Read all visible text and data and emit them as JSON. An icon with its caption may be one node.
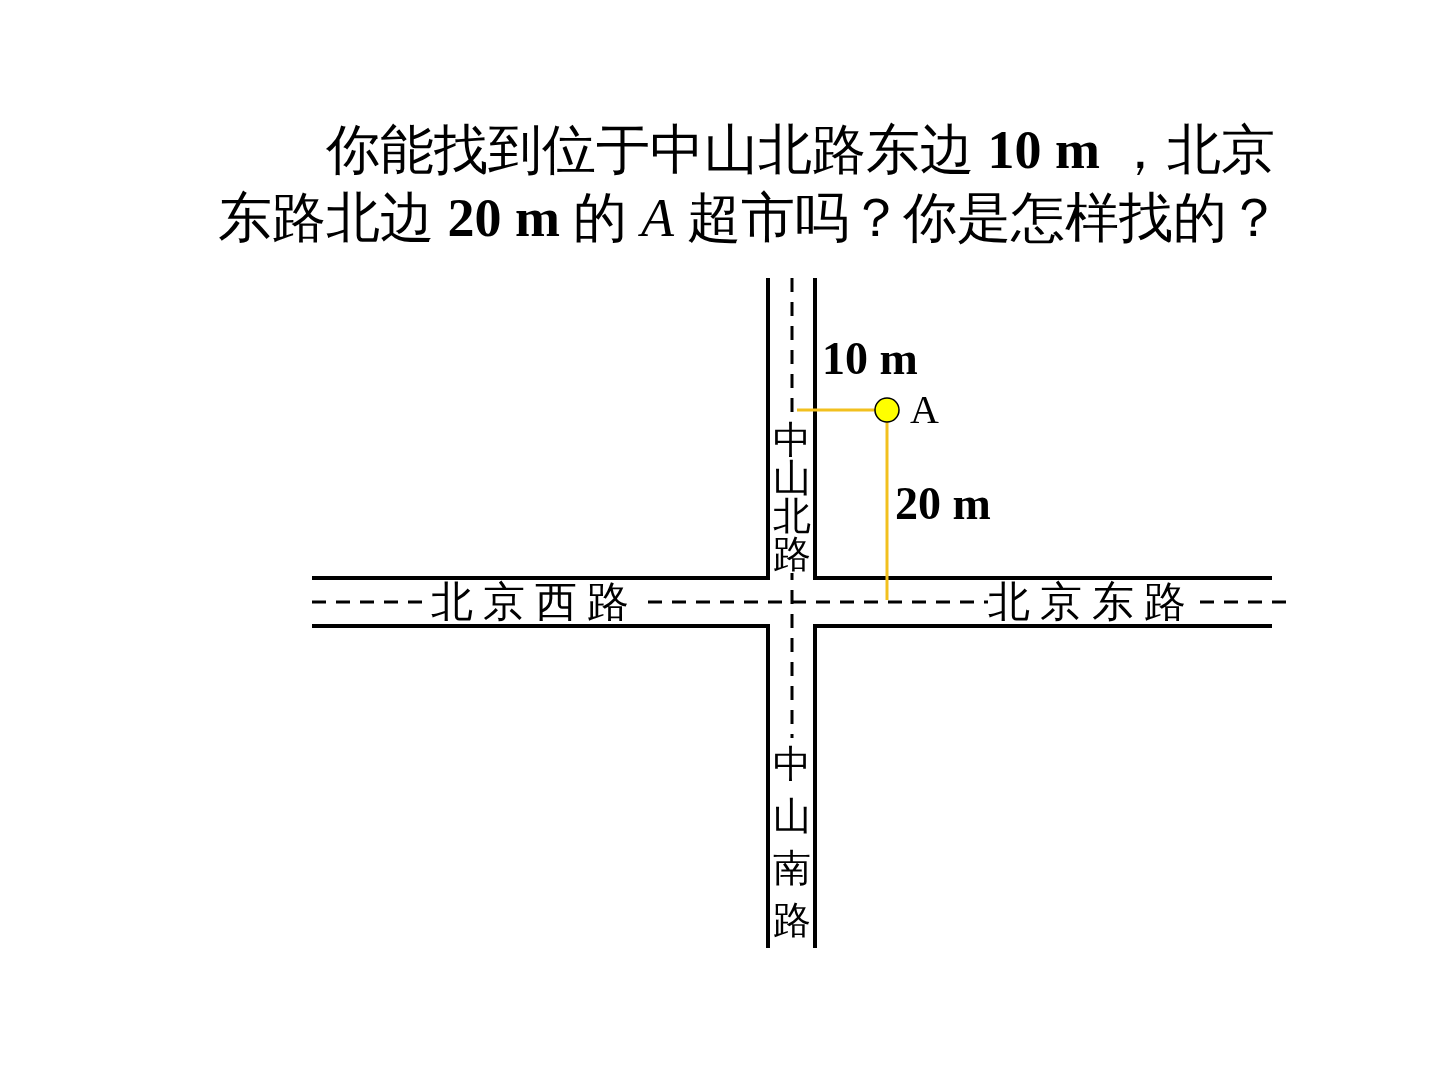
{
  "diagram": {
    "title": "你能找到位于中山北路东边 **10 m** ，北京东路北边 **20 m** 的 *A* 超市吗？你是怎样找的？",
    "labels": [
      "中山北路",
      "10 m",
      "A",
      "20 m",
      "北京西路",
      "北京东路",
      "中山南路"
    ]
  }
}
